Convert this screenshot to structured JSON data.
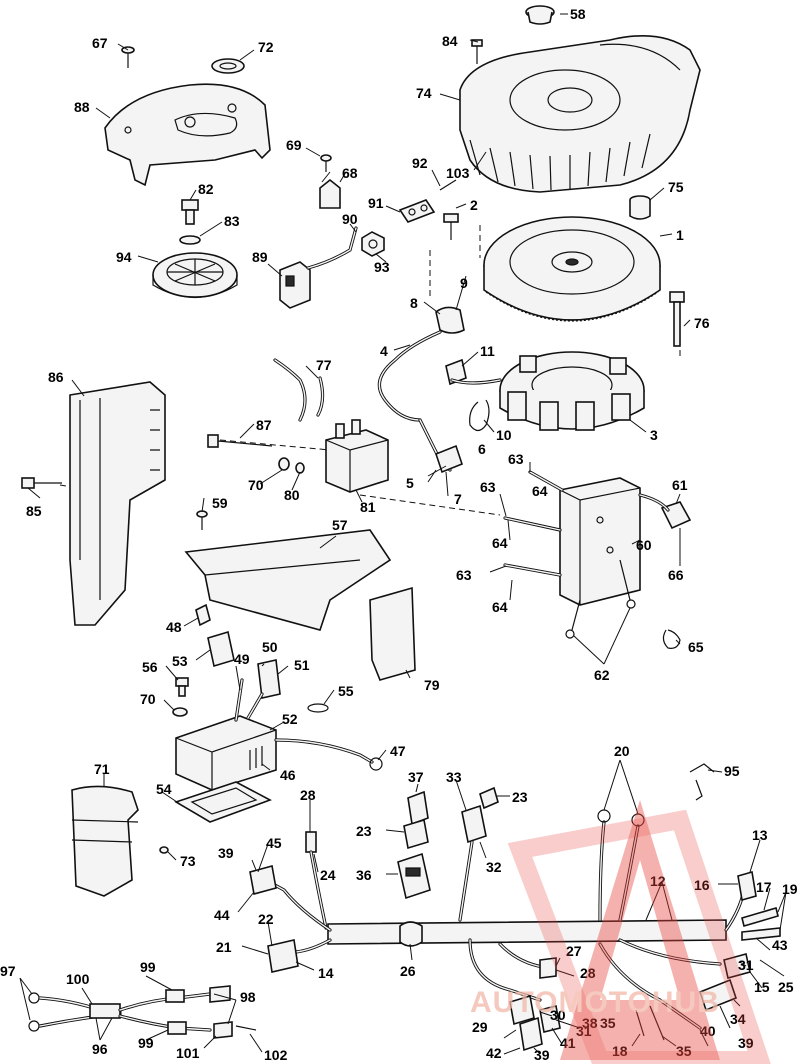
{
  "callouts": {
    "c1": "1",
    "c2": "2",
    "c3": "3",
    "c4": "4",
    "c5": "5",
    "c6": "6",
    "c7": "7",
    "c8": "8",
    "c9": "9",
    "c10": "10",
    "c11": "11",
    "c12": "12",
    "c13": "13",
    "c14": "14",
    "c15": "15",
    "c16": "16",
    "c17": "17",
    "c18": "18",
    "c19": "19",
    "c20": "20",
    "c21": "21",
    "c22": "22",
    "c23a": "23",
    "c23b": "23",
    "c24": "24",
    "c25": "25",
    "c26": "26",
    "c27": "27",
    "c28a": "28",
    "c28b": "28",
    "c29": "29",
    "c30": "30",
    "c31a": "31",
    "c31b": "31",
    "c32": "32",
    "c33": "33",
    "c34": "34",
    "c35a": "35",
    "c35b": "35",
    "c36": "36",
    "c37": "37",
    "c38": "38",
    "c39a": "39",
    "c39b": "39",
    "c39c": "39",
    "c40": "40",
    "c41": "41",
    "c42": "42",
    "c43": "43",
    "c44": "44",
    "c45": "45",
    "c46": "46",
    "c47": "47",
    "c48": "48",
    "c49": "49",
    "c50": "50",
    "c51": "51",
    "c52": "52",
    "c53": "53",
    "c54": "54",
    "c55": "55",
    "c56": "56",
    "c57": "57",
    "c58": "58",
    "c59": "59",
    "c60": "60",
    "c61": "61",
    "c62": "62",
    "c63a": "63",
    "c63b": "63",
    "c63c": "63",
    "c64a": "64",
    "c64b": "64",
    "c64c": "64",
    "c65": "65",
    "c66": "66",
    "c67": "67",
    "c68": "68",
    "c69": "69",
    "c70a": "70",
    "c70b": "70",
    "c71": "71",
    "c72": "72",
    "c73": "73",
    "c74": "74",
    "c75": "75",
    "c76": "76",
    "c77": "77",
    "c79": "79",
    "c80": "80",
    "c81": "81",
    "c82": "82",
    "c83": "83",
    "c84": "84",
    "c85": "85",
    "c86": "86",
    "c87": "87",
    "c88": "88",
    "c89": "89",
    "c90": "90",
    "c91": "91",
    "c92": "92",
    "c93": "93",
    "c94": "94",
    "c95": "95",
    "c96": "96",
    "c97": "97",
    "c98": "98",
    "c99a": "99",
    "c99b": "99",
    "c100": "100",
    "c101": "101",
    "c102": "102",
    "c103": "103"
  },
  "watermark": {
    "text": "AUTOMOTOHUB",
    "color": "#e8413a",
    "accent": "#f2b8a8"
  },
  "colors": {
    "line": "#111111",
    "part_fill": "#f4f4f4",
    "background": "#ffffff"
  }
}
